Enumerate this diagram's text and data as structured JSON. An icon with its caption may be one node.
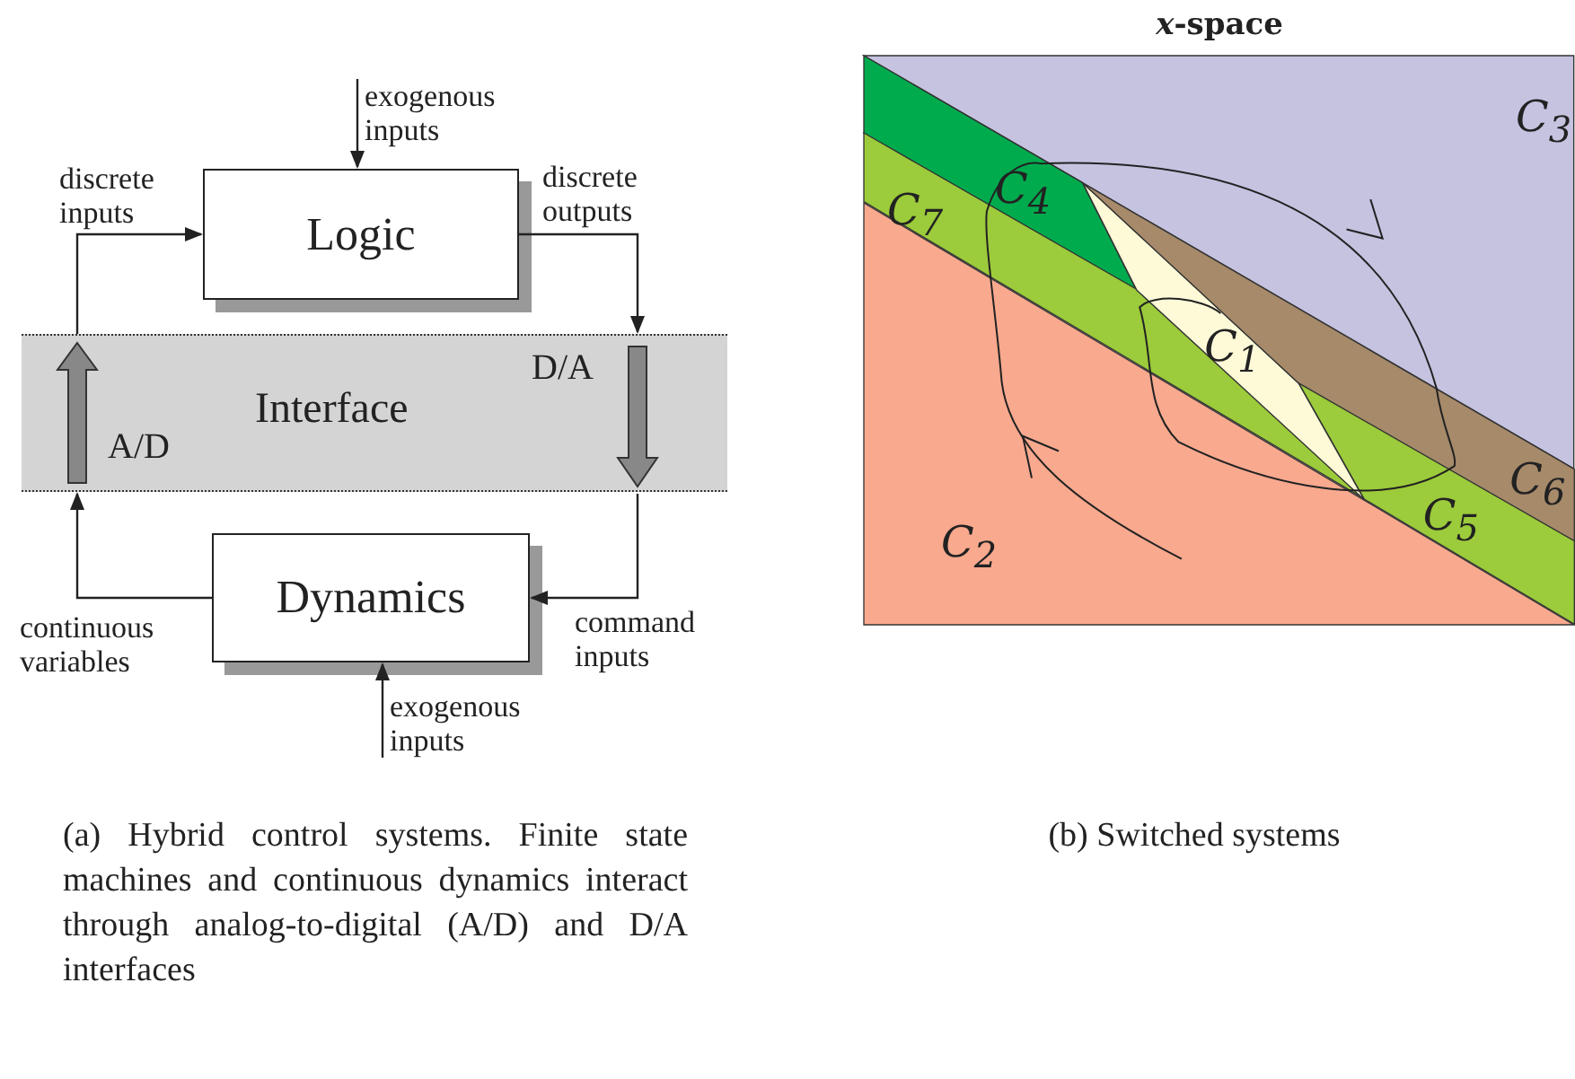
{
  "diagram": {
    "nodes": [
      {
        "text": [
          "exogenous inputs"
        ]
      },
      {
        "text": [
          "Logic"
        ]
      },
      {
        "text": [
          "Interface"
        ]
      },
      {
        "text": [
          "Dynamics"
        ]
      },
      {
        "text": [
          "exogenous inputs"
        ]
      },
      {
        "text": [
          "*x*-space"
        ]
      },
      {
        "text": [
          "C$_{3}$"
        ],
        "in": 5
      },
      {
        "text": [
          "C$_{4}$"
        ],
        "in": 5
      },
      {
        "text": [
          "C$_{7}$"
        ],
        "in": 5
      },
      {
        "text": [
          "C$_{1}$"
        ],
        "in": 5
      },
      {
        "text": [
          "C$_{5}$"
        ],
        "in": 5
      },
      {
        "text": [
          "C$_{6}$"
        ],
        "in": 5
      },
      {
        "text": [
          "C$_{2}$"
        ],
        "in": 5
      }
    ],
    "edges": [
      {
        "from": 0,
        "to": 1,
        "arrow": "to"
      },
      {
        "from": 2,
        "to": 1,
        "arrow": "to",
        "label": "discrete inputs"
      },
      {
        "from": 1,
        "to": 2,
        "arrow": "to",
        "label": "discrete outputs"
      },
      {
        "from": 2,
        "to": 3,
        "arrow": "to",
        "label": "command inputs"
      },
      {
        "from": 3,
        "to": 2,
        "arrow": "to",
        "label": "continuous variables"
      },
      {
        "from": 4,
        "to": 3,
        "arrow": "to"
      }
    ],
    "labels": [
      "A/D",
      "D/A",
      "(a) Hybrid control systems. Finite state machines and continuous dynamics interact through analog-to-digital (A/D) and D/A interfaces",
      "(b) Switched systems"
    ]
  }
}
